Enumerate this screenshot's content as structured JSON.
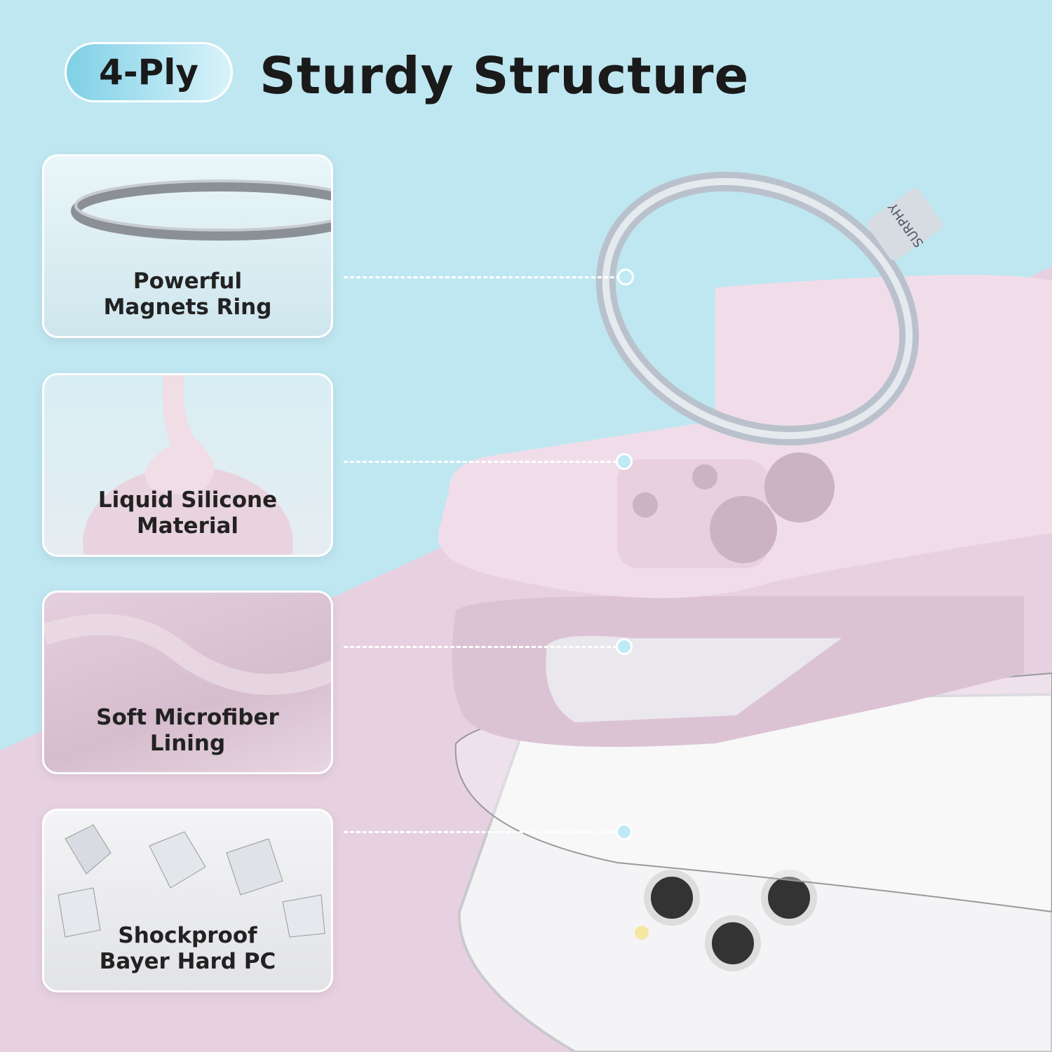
{
  "header": {
    "badge": "4-Ply",
    "title": "Sturdy Structure"
  },
  "layers": [
    {
      "line1": "Powerful",
      "line2": "Magnets Ring",
      "icon": "magnet-ring-icon"
    },
    {
      "line1": "Liquid Silicone",
      "line2": "Material",
      "icon": "silicone-drop-icon"
    },
    {
      "line1": "Soft Microfiber",
      "line2": "Lining",
      "icon": "microfiber-icon"
    },
    {
      "line1": "Shockproof",
      "line2": "Bayer Hard PC",
      "icon": "crystal-icon"
    }
  ],
  "brand": "SURPHY",
  "colors": {
    "sky": "#bfe7f1",
    "pink": "#e7d1e1",
    "case": "#f1dde9",
    "lining": "#dcc3d4"
  }
}
